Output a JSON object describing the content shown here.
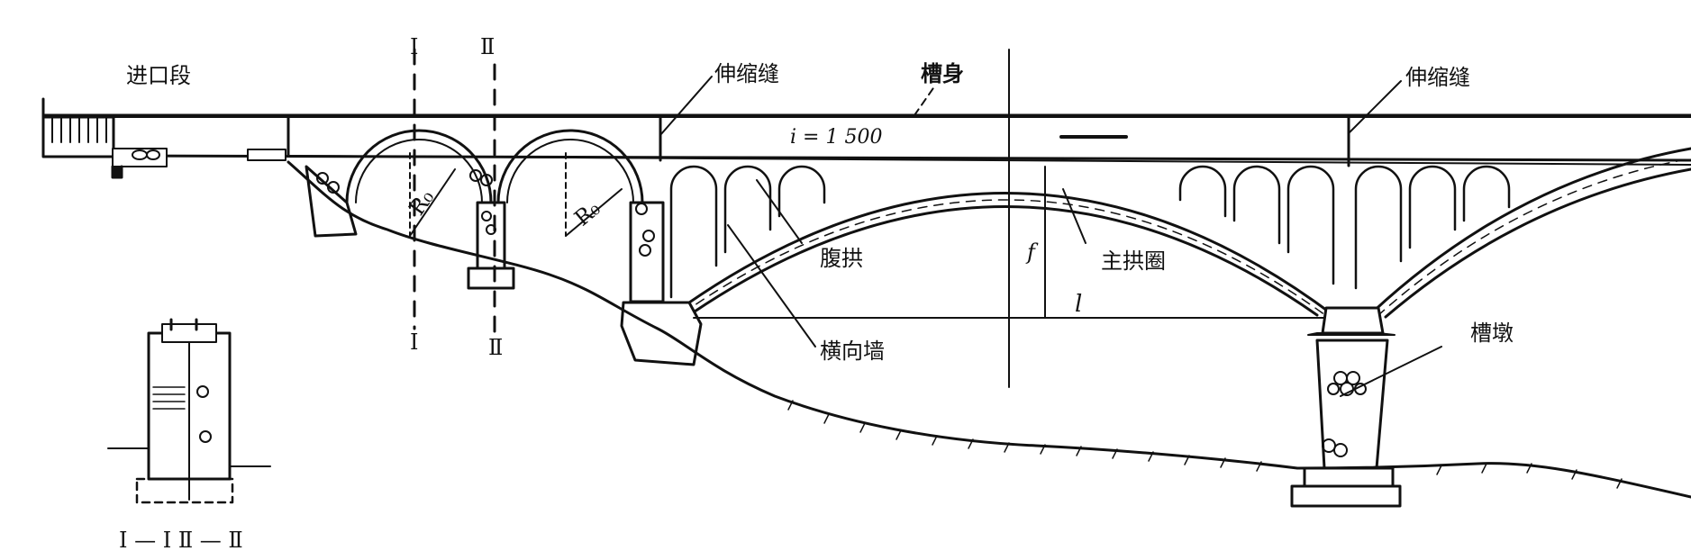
{
  "labels": {
    "inlet": "进口段",
    "joint_left": "伸缩缝",
    "flume_body": "槽身",
    "joint_right": "伸缩缝",
    "slope": "i = 1 500",
    "web_arch": "腹拱",
    "main_arch_ring": "主拱圈",
    "cross_wall": "横向墙",
    "flume_pier": "槽墩",
    "rise": "f",
    "span": "l",
    "radius_1": "R₀",
    "radius_2": "R₀",
    "section_1_top": "Ⅰ",
    "section_2_top": "Ⅱ",
    "section_1_bottom": "Ⅰ",
    "section_2_bottom": "Ⅱ",
    "section_caption": "Ⅰ — Ⅰ  Ⅱ — Ⅱ"
  },
  "colors": {
    "line": "#111111",
    "background": "#ffffff"
  }
}
